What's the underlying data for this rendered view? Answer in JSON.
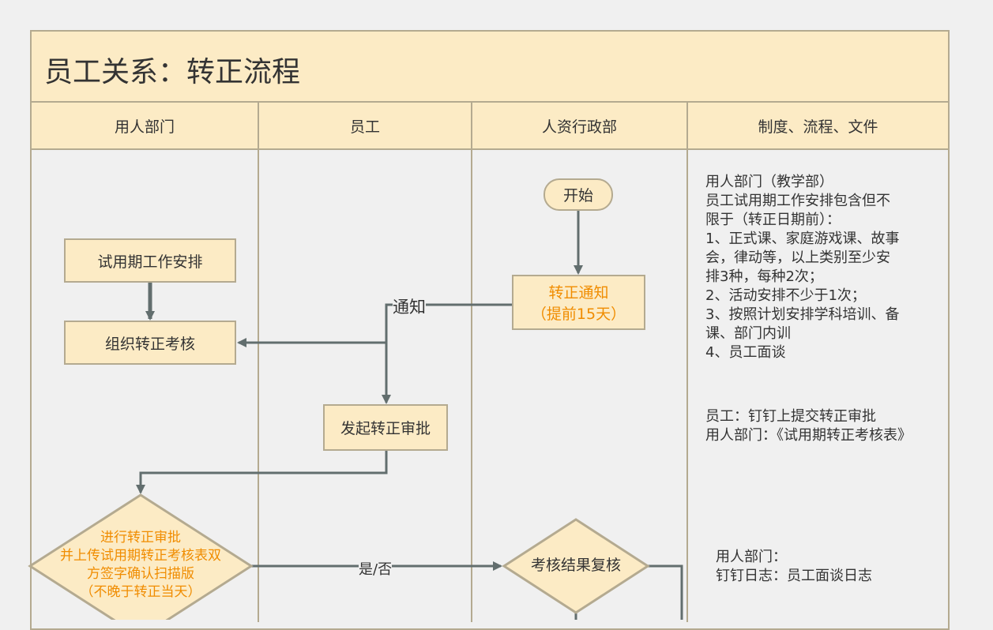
{
  "title": "员工关系：转正流程",
  "lanes": [
    "用人部门",
    "员工",
    "人资行政部",
    "制度、流程、文件"
  ],
  "nodes": {
    "start": "开始",
    "probation_plan": "试用期工作安排",
    "organize_review": "组织转正考核",
    "notice_line1": "转正通知",
    "notice_line2": "（提前15天）",
    "initiate_approval": "发起转正审批",
    "approval_lines": [
      "进行转正审批",
      "并上传试用期转正考核表双",
      "方签字确认扫描版",
      "（不晚于转正当天）"
    ],
    "review_result": "考核结果复核"
  },
  "edge_labels": {
    "notify": "通知",
    "yes_no": "是/否"
  },
  "notes": {
    "block1": [
      "用人部门（教学部）",
      "员工试用期工作安排包含但不",
      "限于（转正日期前）：",
      "1、正式课、家庭游戏课、故事",
      "会，律动等，以上类别至少安",
      "排3种，每种2次；",
      "2、活动安排不少于1次；",
      "3、按照计划安排学科培训、备",
      "课、部门内训",
      "4、员工面谈"
    ],
    "block2": [
      "员工：钉钉上提交转正审批",
      "用人部门：《试用期转正考核表》"
    ],
    "block3": [
      "用人部门：",
      "钉钉日志：员工面谈日志"
    ]
  },
  "colors": {
    "fill": "#fcebc5",
    "border": "#b4aa90",
    "arrow": "#626e6e",
    "highlight": "#f08c00",
    "background": "#f0f0f0"
  }
}
